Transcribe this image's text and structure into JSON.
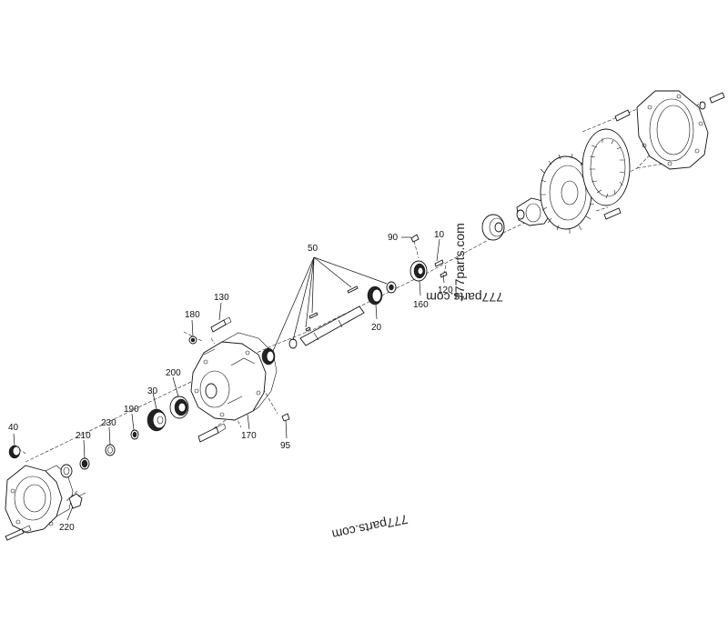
{
  "diagram": {
    "labels": {
      "p10": "10",
      "p20": "20",
      "p30": "30",
      "p40": "40",
      "p50": "50",
      "p90": "90",
      "p95": "95",
      "p120": "120",
      "p130": "130",
      "p160": "160",
      "p170": "170",
      "p180": "180",
      "p190": "190",
      "p200": "200",
      "p210": "210",
      "p220": "220",
      "p230": "230"
    },
    "watermarks": {
      "top_vertical": "777parts.com",
      "top_flipped": "777parts.com",
      "bottom_flipped": "777parts.com"
    },
    "colors": {
      "ink": "#111111",
      "background": "#ffffff"
    }
  }
}
